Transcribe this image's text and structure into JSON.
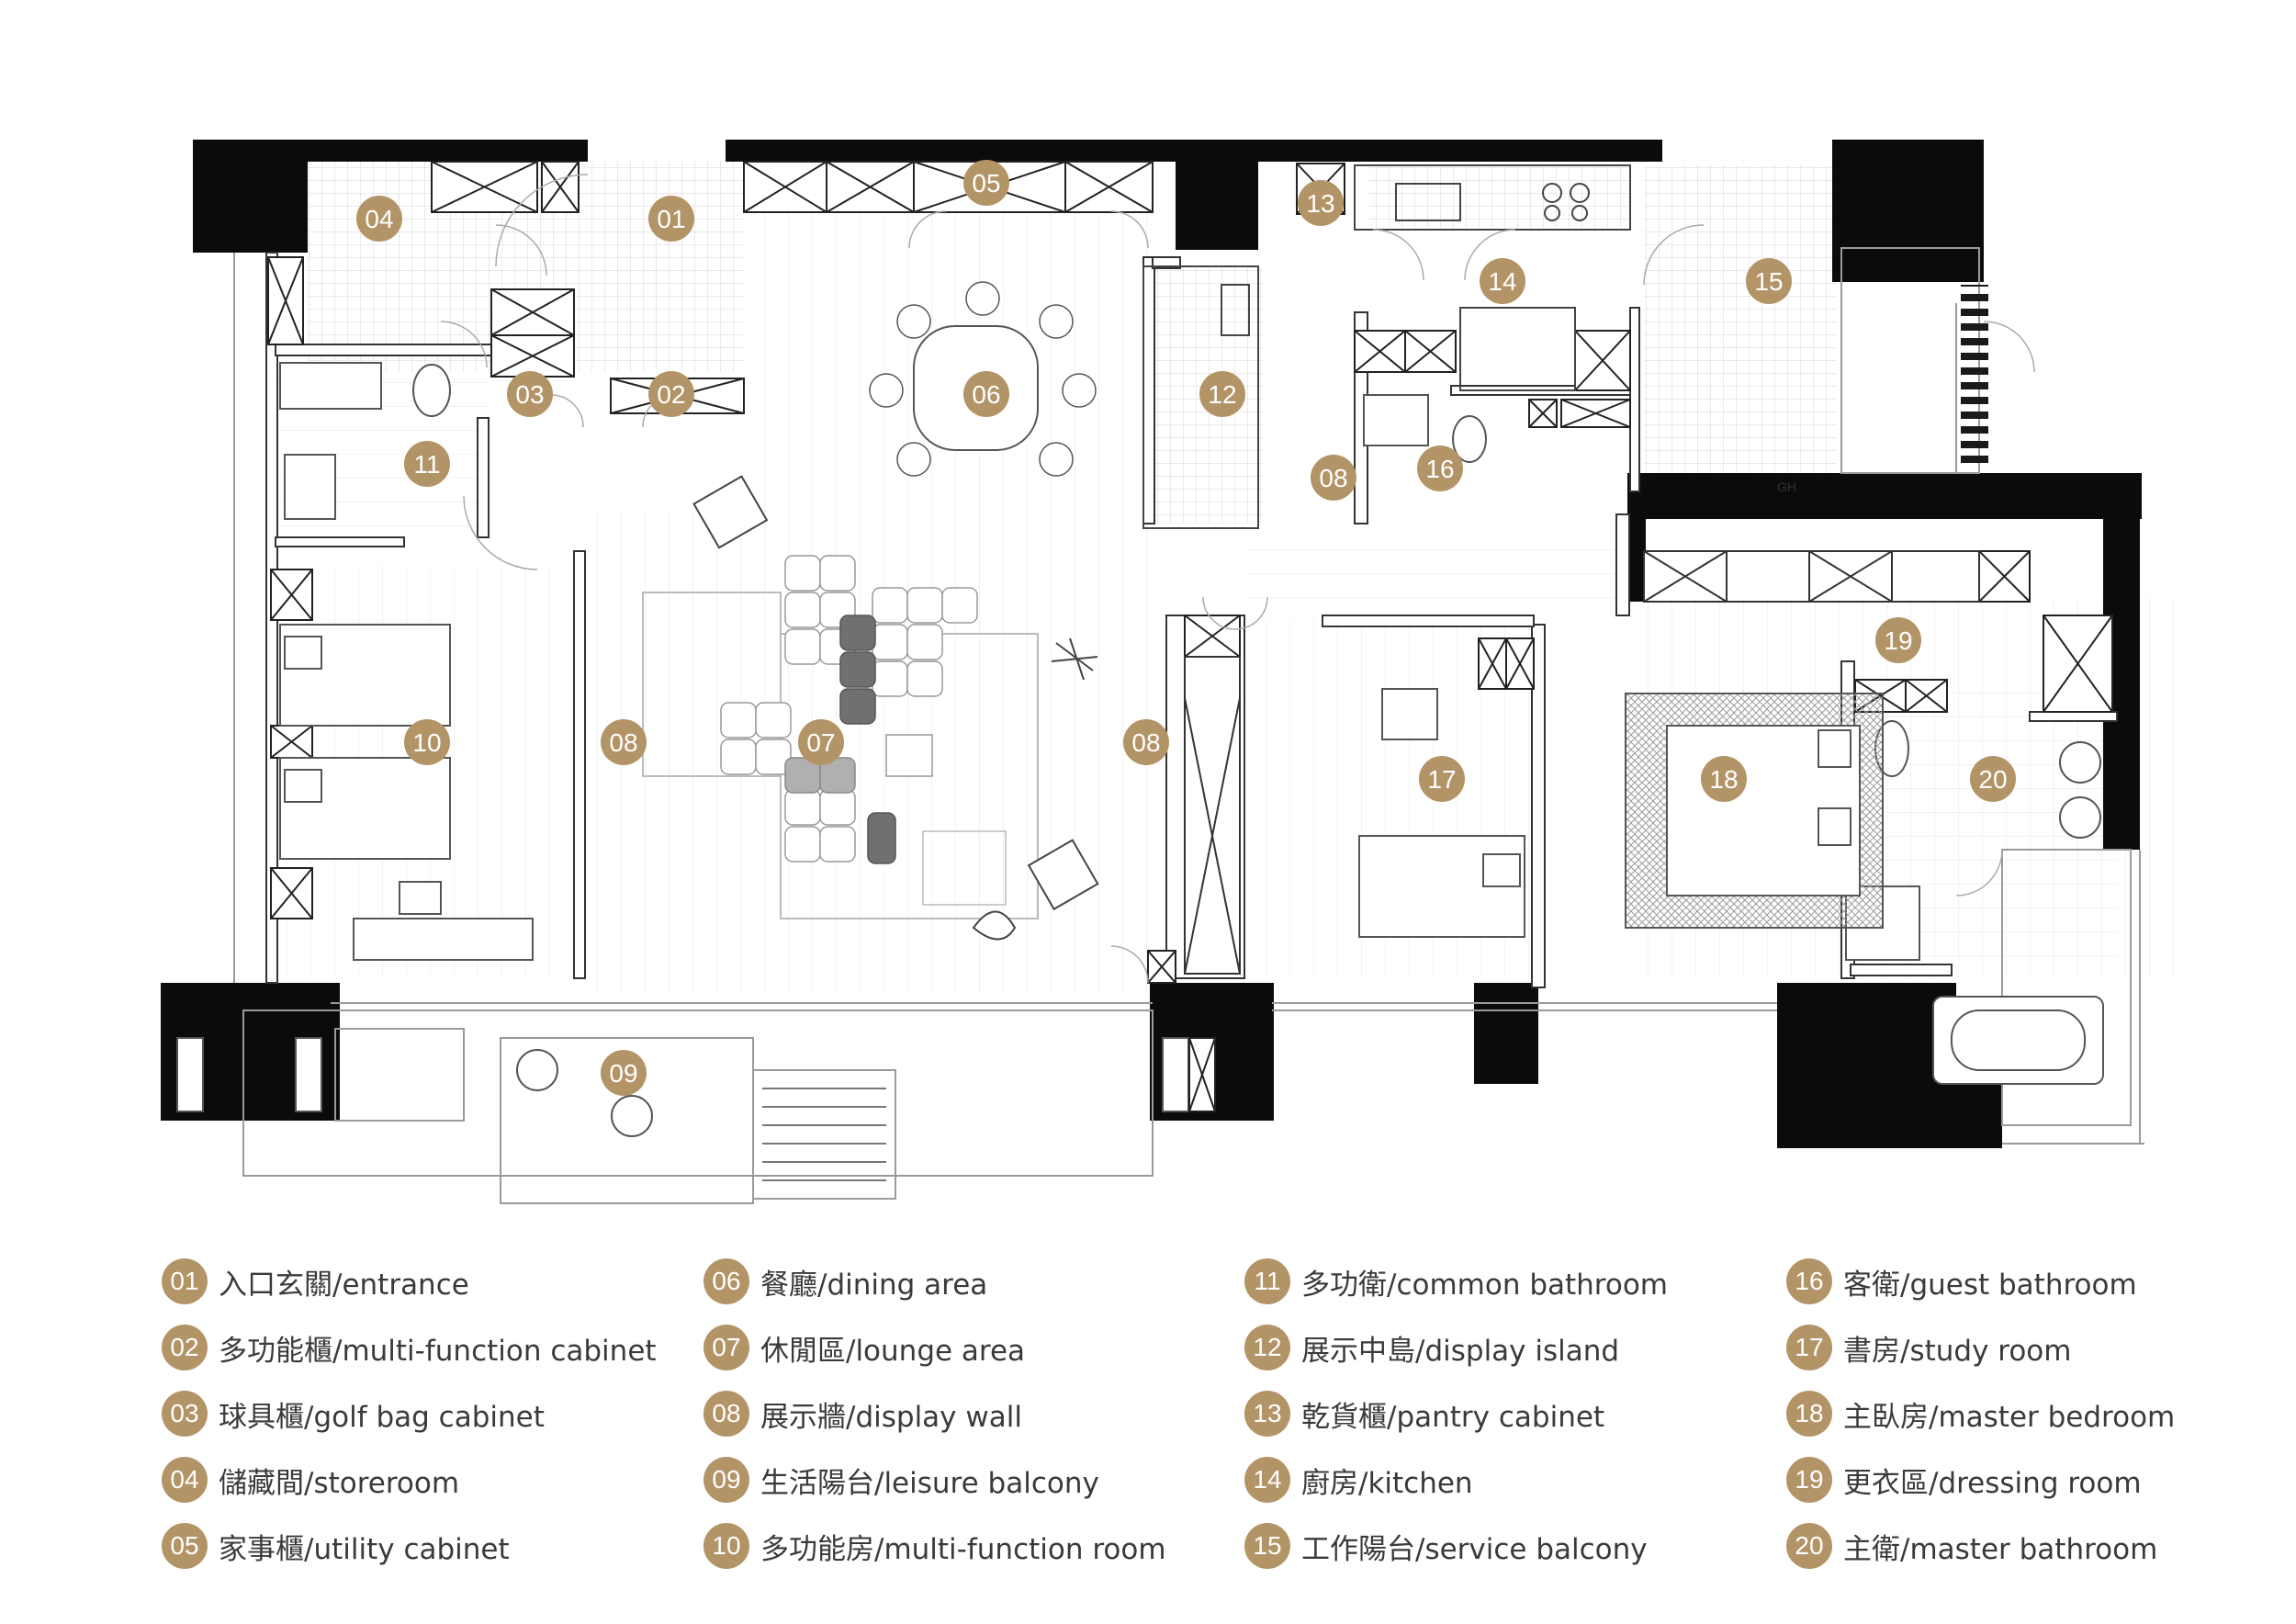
{
  "colors": {
    "accent": "#b39467",
    "wall": "#0b0b0b",
    "line": "#9a9a9a",
    "text": "#3a3a3a"
  },
  "markers": [
    {
      "num": "01"
    },
    {
      "num": "02"
    },
    {
      "num": "03"
    },
    {
      "num": "04"
    },
    {
      "num": "05"
    },
    {
      "num": "06"
    },
    {
      "num": "07"
    },
    {
      "num": "08"
    },
    {
      "num": "08"
    },
    {
      "num": "08"
    },
    {
      "num": "09"
    },
    {
      "num": "10"
    },
    {
      "num": "11"
    },
    {
      "num": "12"
    },
    {
      "num": "13"
    },
    {
      "num": "14"
    },
    {
      "num": "15"
    },
    {
      "num": "16"
    },
    {
      "num": "17"
    },
    {
      "num": "18"
    },
    {
      "num": "19"
    },
    {
      "num": "20"
    }
  ],
  "fixture_labels": {
    "gh": "GH"
  },
  "legend": [
    {
      "num": "01",
      "label": "入口玄關/entrance"
    },
    {
      "num": "02",
      "label": "多功能櫃/multi-function cabinet"
    },
    {
      "num": "03",
      "label": "球具櫃/golf bag cabinet"
    },
    {
      "num": "04",
      "label": "儲藏間/storeroom"
    },
    {
      "num": "05",
      "label": "家事櫃/utility cabinet"
    },
    {
      "num": "06",
      "label": "餐廳/dining area"
    },
    {
      "num": "07",
      "label": "休閒區/lounge area"
    },
    {
      "num": "08",
      "label": "展示牆/display wall"
    },
    {
      "num": "09",
      "label": "生活陽台/leisure balcony"
    },
    {
      "num": "10",
      "label": "多功能房/multi-function room"
    },
    {
      "num": "11",
      "label": "多功衛/common bathroom"
    },
    {
      "num": "12",
      "label": "展示中島/display island"
    },
    {
      "num": "13",
      "label": "乾貨櫃/pantry cabinet"
    },
    {
      "num": "14",
      "label": "廚房/kitchen"
    },
    {
      "num": "15",
      "label": "工作陽台/service balcony"
    },
    {
      "num": "16",
      "label": "客衛/guest bathroom"
    },
    {
      "num": "17",
      "label": "書房/study room"
    },
    {
      "num": "18",
      "label": "主臥房/master bedroom"
    },
    {
      "num": "19",
      "label": "更衣區/dressing room"
    },
    {
      "num": "20",
      "label": "主衛/master bathroom"
    }
  ]
}
